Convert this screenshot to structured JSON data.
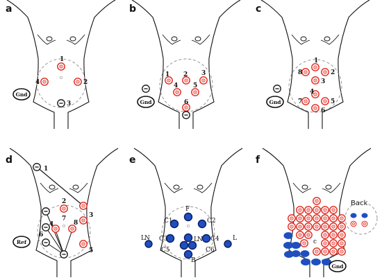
{
  "panels": [
    {
      "letter": "a",
      "ref_label": "Gnd",
      "labels": [
        "1",
        "2",
        "3",
        "4"
      ]
    },
    {
      "letter": "b",
      "ref_label": "Gnd",
      "labels": [
        "1",
        "2",
        "3",
        "4",
        "5",
        "6"
      ]
    },
    {
      "letter": "c",
      "ref_label": "Gnd",
      "labels": [
        "1",
        "2",
        "3",
        "4",
        "5",
        "6",
        "7",
        "8"
      ]
    },
    {
      "letter": "d",
      "ref_label": "Ref",
      "labels": [
        "1",
        "2",
        "3",
        "4",
        "5",
        "6",
        "7",
        "8"
      ]
    },
    {
      "letter": "e",
      "labels": [
        "F",
        "C1",
        "C2",
        "C3",
        "C4",
        "C5",
        "C6",
        "B",
        "L",
        "N",
        "L",
        "N",
        "L"
      ]
    },
    {
      "letter": "f",
      "ref_label": "Gnd",
      "back_label": "Back",
      "labels": [
        "c"
      ]
    }
  ],
  "colors": {
    "outline": "#111111",
    "dashed_circle": "#8a8a8a",
    "red_electrode": "#e0281e",
    "blue_electrode": "#1f4fbf",
    "blue_ring": "#0a1c66"
  }
}
